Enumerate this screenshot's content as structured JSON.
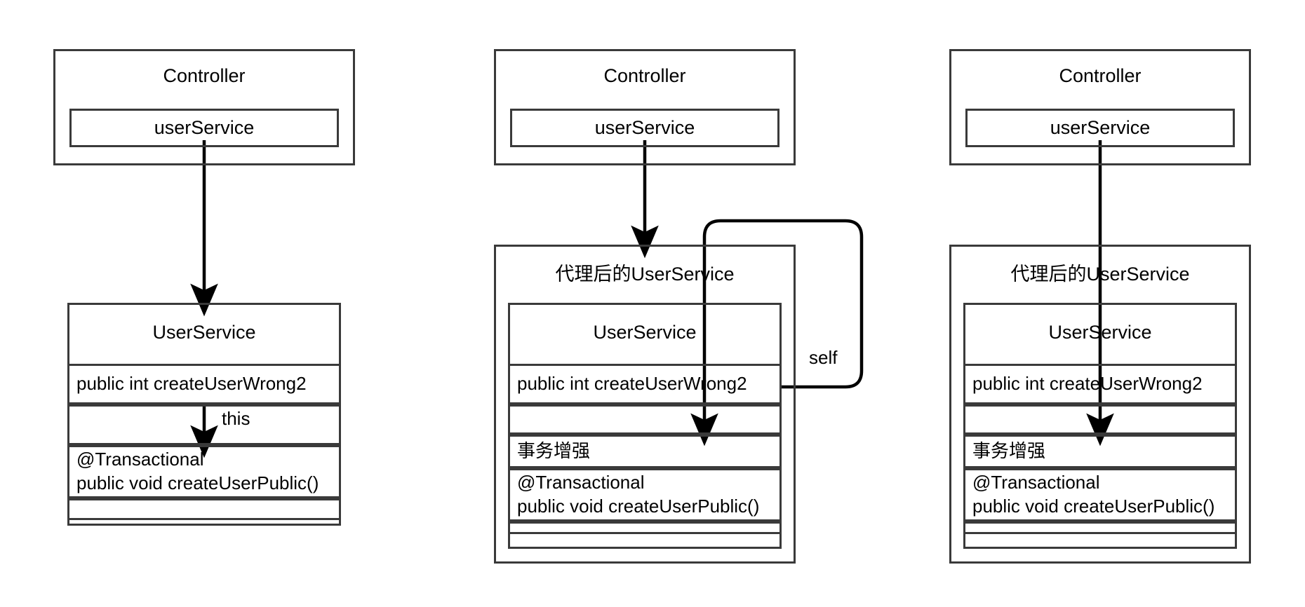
{
  "diagram": {
    "type": "uml-sequence-class-comparison",
    "background_color": "#ffffff",
    "stroke_color": "#3a3a3a",
    "arrow_color": "#000000",
    "panels": [
      {
        "id": "panel-1-no-proxy",
        "controller": {
          "title": "Controller",
          "field": "userService"
        },
        "service": {
          "title": "UserService",
          "rows": [
            "public int createUserWrong2",
            "",
            "@Transactional\npublic void createUserPublic()",
            ""
          ]
        },
        "edges": [
          {
            "label": "",
            "from": "controller.userService",
            "to": "UserService"
          },
          {
            "label": "this",
            "from": "createUserWrong2",
            "to": "@Transactional createUserPublic()"
          }
        ]
      },
      {
        "id": "panel-2-proxy-self",
        "controller": {
          "title": "Controller",
          "field": "userService"
        },
        "proxy": {
          "title": "代理后的UserService",
          "inner_title": "UserService",
          "rows": [
            "public int createUserWrong2",
            "",
            "事务增强",
            "@Transactional\npublic void createUserPublic()",
            ""
          ]
        },
        "edges": [
          {
            "label": "",
            "from": "controller.userService",
            "to": "代理后的UserService"
          },
          {
            "label": "self",
            "from": "createUserWrong2",
            "to": "事务增强"
          }
        ]
      },
      {
        "id": "panel-3-proxy-direct",
        "controller": {
          "title": "Controller",
          "field": "userService"
        },
        "proxy": {
          "title": "代理后的UserService",
          "inner_title": "UserService",
          "rows": [
            "public int createUserWrong2",
            "",
            "事务增强",
            "@Transactional\npublic void createUserPublic()",
            ""
          ]
        },
        "edges": [
          {
            "label": "",
            "from": "controller.userService",
            "to": "事务增强"
          }
        ]
      }
    ]
  },
  "labels": {
    "controller": "Controller",
    "user_service_field": "userService",
    "user_service": "UserService",
    "proxy_user_service": "代理后的UserService",
    "create_user_wrong2": "public int createUserWrong2",
    "transaction_enhance": "事务增强",
    "transactional_method": "@Transactional\npublic void createUserPublic()",
    "empty": "",
    "edge_this": "this",
    "edge_self": "self"
  }
}
